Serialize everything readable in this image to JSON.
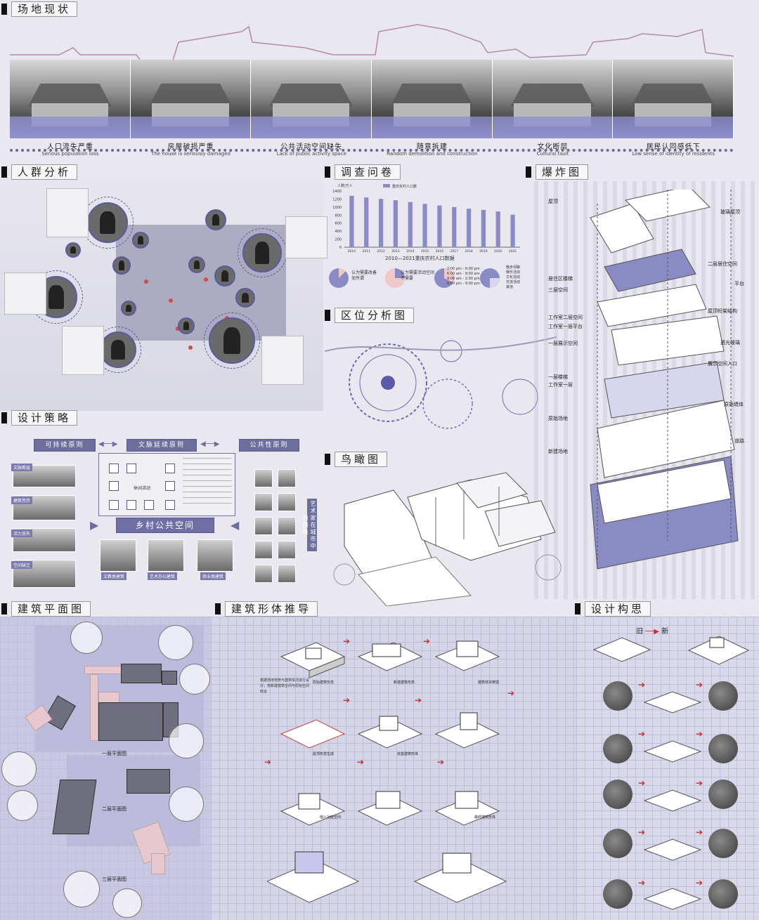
{
  "sections": {
    "site": "场地现状",
    "crowd": "人群分析",
    "survey": "调查问卷",
    "exploded": "爆炸图",
    "location": "区位分析图",
    "strategy": "设计策略",
    "aerial": "鸟瞰图",
    "plan": "建筑平面图",
    "form": "建筑形体推导",
    "concept": "设计构思"
  },
  "site_captions": [
    {
      "zh": "人口流失严重",
      "en": "Serious population loss"
    },
    {
      "zh": "房屋破损严重",
      "en": "The house is seriously damaged"
    },
    {
      "zh": "公共活动空间缺失",
      "en": "Lack of public activity space"
    },
    {
      "zh": "随意拆建",
      "en": "Random demolition and construction"
    },
    {
      "zh": "文化断层",
      "en": "Cultural fault"
    },
    {
      "zh": "居民认同感低下",
      "en": "Low sense of identity of residents"
    }
  ],
  "chart_data": {
    "type": "bar",
    "title": "2010—2021重庆农村人口数据",
    "ylabel": "人数/万人",
    "legend": "重庆农村人口数",
    "categories": [
      "2010",
      "2011",
      "2012",
      "2013",
      "2014",
      "2015",
      "2016",
      "2017",
      "2018",
      "2019",
      "2020",
      "2021"
    ],
    "values": [
      1280,
      1240,
      1205,
      1170,
      1125,
      1080,
      1040,
      1000,
      960,
      930,
      890,
      810
    ],
    "yticks": [
      "0",
      "200",
      "400",
      "600",
      "800",
      "1000",
      "1200",
      "1400"
    ],
    "ylim": [
      0,
      1400
    ]
  },
  "pie_legends": [
    [
      "认为需要改善",
      "无所谓"
    ],
    [
      "认为需要活动空间",
      "不需要"
    ],
    [
      "2:00 pm - 6:00 pm",
      "6:00 am - 9:00 am",
      "9:00 am - 2:00 pm",
      "6:00 pm - 9:00 pm"
    ],
    [
      "散步闲聊",
      "娱乐活动",
      "文化活动",
      "交流活动",
      "其他"
    ]
  ],
  "strategy": {
    "principles": [
      "可持续原则",
      "文脉延续原则",
      "公共性原则"
    ],
    "center": "乡村公共空间",
    "left_labels": [
      "文脉断层",
      "建筑荒弃",
      "活力丧失",
      "空间缺乏"
    ],
    "bottom_labels": [
      "文教类建筑",
      "艺术办公建筑",
      "商业类建筑"
    ],
    "vertical": "艺术家在城市中的困境",
    "center_activity": "休闲活动"
  },
  "exploded_left": [
    "屋顶",
    "居住区楼梯",
    "三层空间",
    "工作室二层空间",
    "工作室一层平台",
    "一层展示空间",
    "一层楼梯",
    "工作室一层",
    "原始场地",
    "新建场地"
  ],
  "exploded_right": [
    "玻璃屋顶",
    "二层居住空间",
    "平台",
    "屋顶桁架结构",
    "透光玻璃",
    "展示空间入口",
    "原始墙体",
    "道路"
  ],
  "plan_labels": [
    "一层平面图",
    "二层平面图",
    "三层平面图"
  ],
  "form_labels": [
    "原始建筑形态",
    "新建建筑形态",
    "建筑体块穿插",
    "屋顶形态生成",
    "完善建筑形体",
    "植入功能空间",
    "最终建筑形体"
  ],
  "form_text": "根据场地地势与建筑情况进行设计，将新建建筑空间与原始空间结合",
  "concept": {
    "old": "旧",
    "new": "新"
  }
}
